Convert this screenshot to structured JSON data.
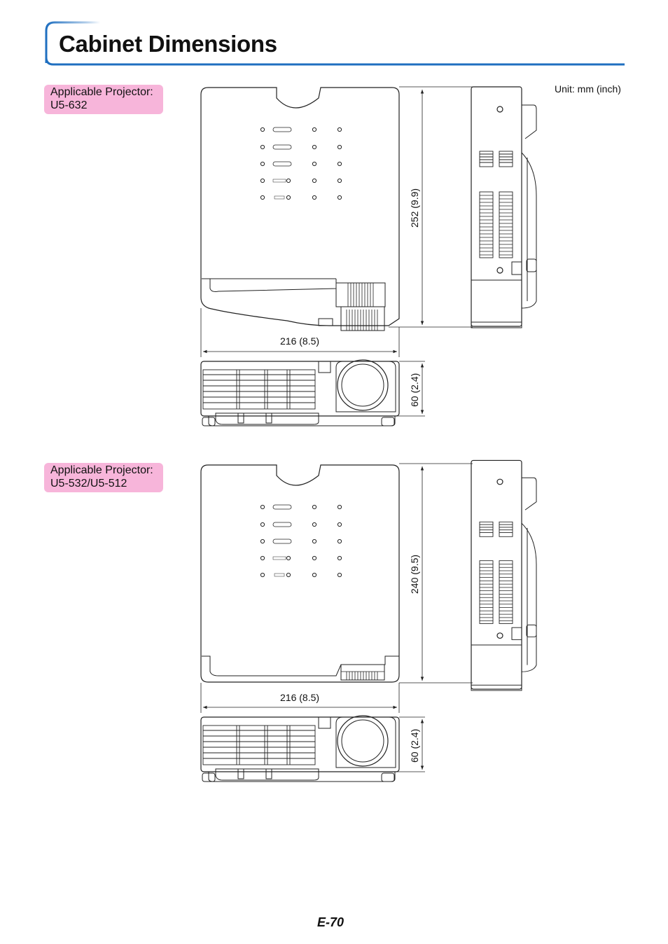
{
  "header": {
    "title": "Cabinet Dimensions"
  },
  "unit_note": "Unit: mm (inch)",
  "page_number": "E-70",
  "sections": [
    {
      "badge_line1": "Applicable Projector:",
      "badge_line2": "U5-632",
      "depth": "252 (9.9)",
      "width": "216 (8.5)",
      "height": "60 (2.4)"
    },
    {
      "badge_line1": "Applicable Projector:",
      "badge_line2": "U5-532/U5-512",
      "depth": "240 (9.5)",
      "width": "216 (8.5)",
      "height": "60 (2.4)"
    }
  ],
  "colors": {
    "accent": "#1f6fc0",
    "badge": "#f7b5da",
    "line": "#222222"
  }
}
